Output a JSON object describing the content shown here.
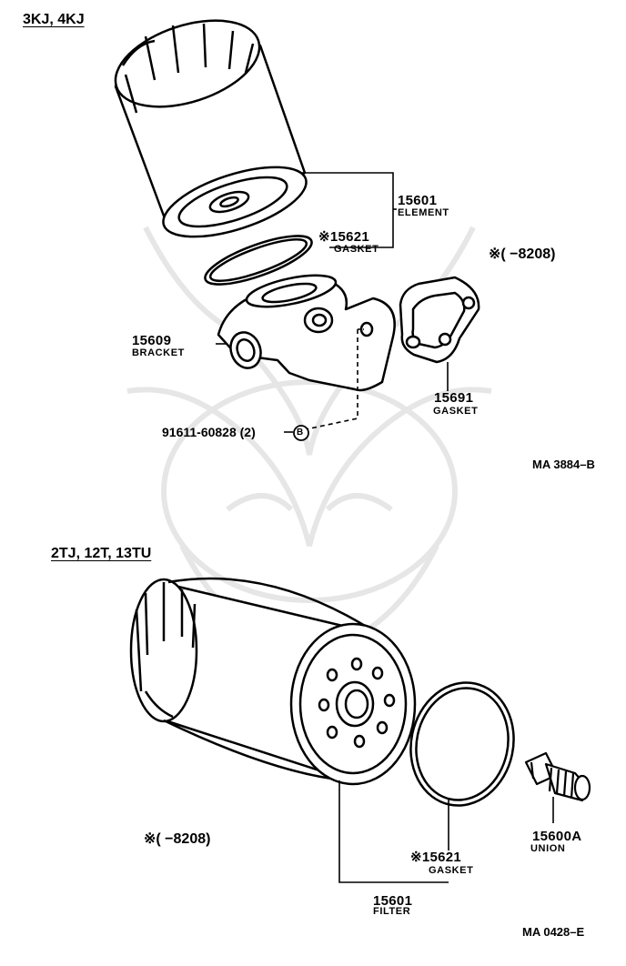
{
  "top": {
    "header": "3KJ, 4KJ",
    "element": {
      "number": "15601",
      "name": "ELEMENT"
    },
    "gasket_top": {
      "number": "※15621",
      "name": "GASKET"
    },
    "bracket": {
      "number": "15609",
      "name": "BRACKET"
    },
    "gasket_plate": {
      "number": "15691",
      "name": "GASKET"
    },
    "bolt": {
      "number": "91611-60828 (2)",
      "symbol": "B"
    },
    "note": "※(        −8208)",
    "code": "MA 3884–B"
  },
  "bottom": {
    "header": "2TJ, 12T, 13TU",
    "gasket": {
      "number": "※15621",
      "name": "GASKET"
    },
    "filter": {
      "number": "15601",
      "name": "FILTER"
    },
    "union": {
      "number": "15600A",
      "name": "UNION"
    },
    "note": "※(        −8208)",
    "code": "MA  0428–E"
  }
}
